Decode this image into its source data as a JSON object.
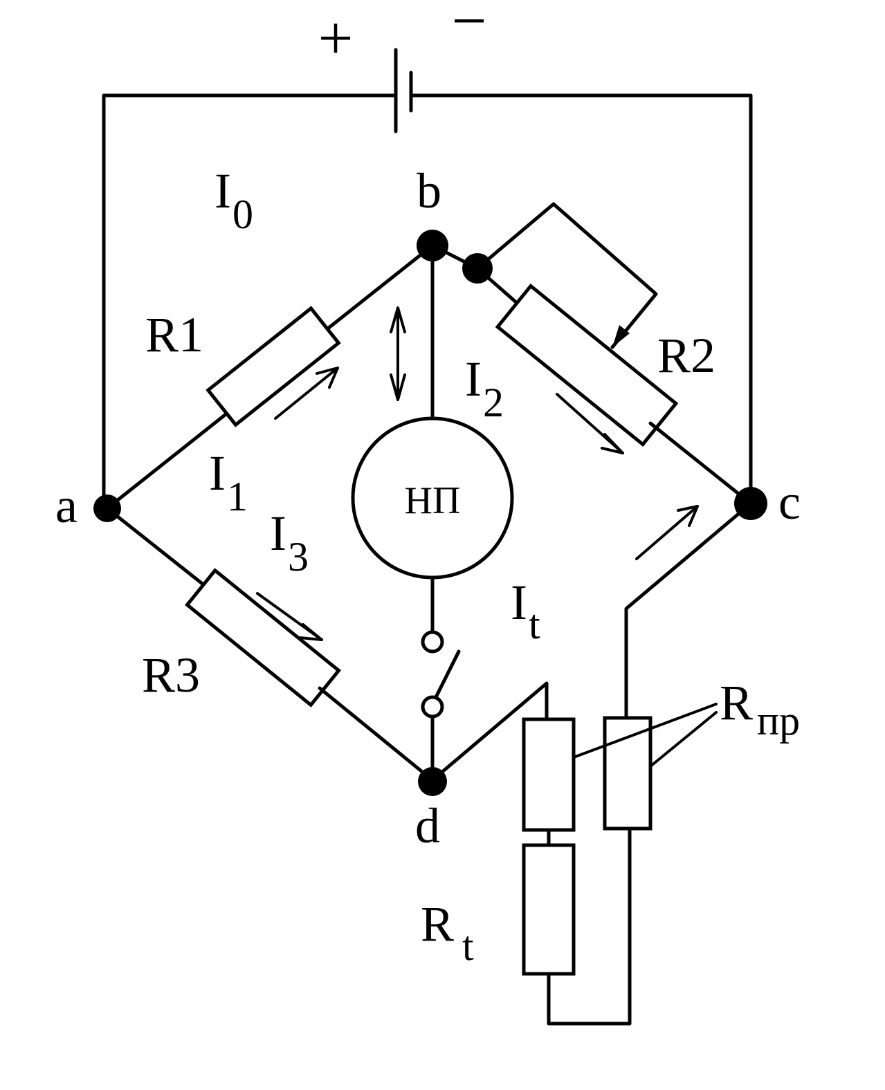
{
  "battery": {
    "plus": "+",
    "minus": "−"
  },
  "nodes": {
    "a": "a",
    "b": "b",
    "c": "c",
    "d": "d"
  },
  "resistors": {
    "r1": "R1",
    "r2": "R2",
    "r3": "R3",
    "rt_main": "R",
    "rt_sub": "t",
    "rpr_main": "R",
    "rpr_sub": "пр"
  },
  "currents": {
    "i0_main": "I",
    "i0_sub": "0",
    "i1_main": "I",
    "i1_sub": "1",
    "i2_main": "I",
    "i2_sub": "2",
    "i3_main": "I",
    "i3_sub": "3",
    "it_main": "I",
    "it_sub": "t"
  },
  "instrument": {
    "label": "НП"
  },
  "colors": {
    "ink": "#000000",
    "background": "#ffffff"
  }
}
